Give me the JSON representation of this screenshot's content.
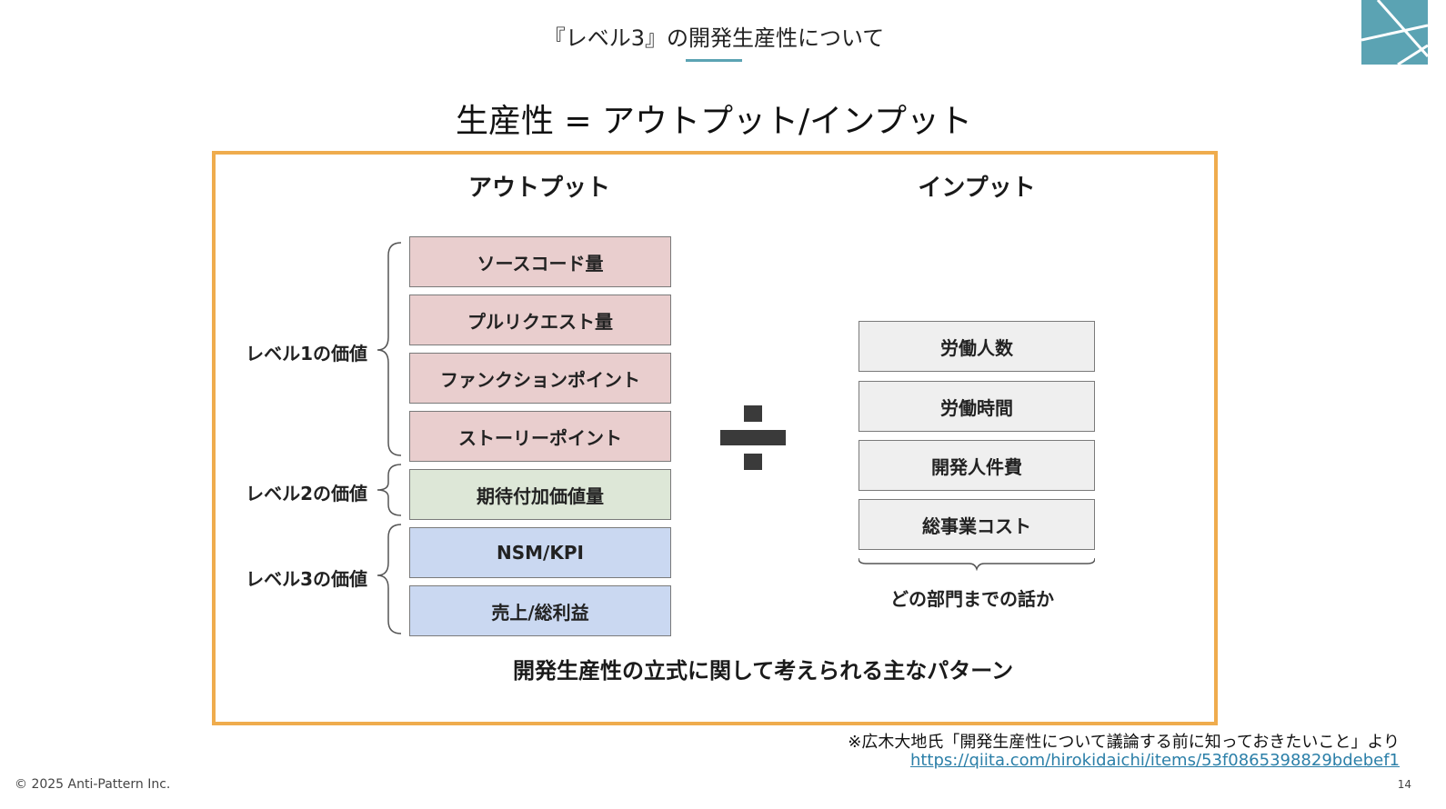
{
  "slide": {
    "title": "『レベル3』の開発生産性について",
    "formula": "生産性 = アウトプット/インプット",
    "output_heading": "アウトプット",
    "input_heading": "インプット",
    "output_items": [
      {
        "label": "ソースコード量",
        "group": "level1"
      },
      {
        "label": "プルリクエスト量",
        "group": "level1"
      },
      {
        "label": "ファンクションポイント",
        "group": "level1"
      },
      {
        "label": "ストーリーポイント",
        "group": "level1"
      },
      {
        "label": "期待付加価値量",
        "group": "level2"
      },
      {
        "label": "NSM/KPI",
        "group": "level3"
      },
      {
        "label": "売上/総利益",
        "group": "level3"
      }
    ],
    "levels": {
      "level1": "レベル1の価値",
      "level2": "レベル2の価値",
      "level3": "レベル3の価値"
    },
    "input_items": [
      "労働人数",
      "労働時間",
      "開発人件費",
      "総事業コスト"
    ],
    "input_note": "どの部門までの話か",
    "caption": "開発生産性の立式に関して考えられる主なパターン",
    "source_note": "※広木大地氏「開発生産性について議論する前に知っておきたいこと」より",
    "source_link": "https://qiita.com/hirokidaichi/items/53f0865398829bdebef1",
    "divide_icon": "division-sign-icon"
  },
  "footer": {
    "copyright": "© 2025 Anti-Pattern Inc.",
    "page_number": "14"
  },
  "colors": {
    "frame": "#efac4d",
    "level1": "#e9cece",
    "level2": "#dde7d7",
    "level3": "#cad8f1",
    "input": "#efefef",
    "accent": "#5ba3b3",
    "link": "#2b7fa8"
  }
}
